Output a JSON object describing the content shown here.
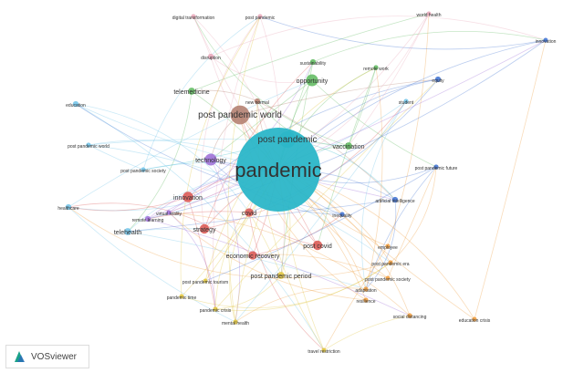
{
  "network": {
    "center": "pandemic",
    "clusters": {
      "cyan": "#2bb6c8",
      "red": "#d9534f",
      "green": "#5cb85c",
      "blue": "#3b6fd1",
      "purple": "#9b6bd6",
      "yellow": "#e0c43a",
      "orange": "#ee9a3a",
      "pink": "#e8a7b8",
      "brown": "#b07a6a",
      "lightblue": "#6ec2e8"
    },
    "nodes": [
      {
        "label": "pandemic",
        "cluster": "cyan",
        "weight": 1.0,
        "hasLabel": true
      },
      {
        "label": "post pandemic",
        "cluster": "cyan",
        "weight": 0.35,
        "hasLabel": true
      },
      {
        "label": "post pandemic world",
        "cluster": "brown",
        "weight": 0.4,
        "hasLabel": true
      },
      {
        "label": "opportunity",
        "cluster": "green",
        "weight": 0.25,
        "hasLabel": true
      },
      {
        "label": "technology",
        "cluster": "purple",
        "weight": 0.25,
        "hasLabel": true
      },
      {
        "label": "disruption",
        "cluster": "pink",
        "weight": 0.12,
        "hasLabel": true
      },
      {
        "label": "sustainability",
        "cluster": "green",
        "weight": 0.12,
        "hasLabel": true
      },
      {
        "label": "telemedicine",
        "cluster": "green",
        "weight": 0.15,
        "hasLabel": true
      },
      {
        "label": "new normal",
        "cluster": "brown",
        "weight": 0.12,
        "hasLabel": true
      },
      {
        "label": "education",
        "cluster": "lightblue",
        "weight": 0.12,
        "hasLabel": true
      },
      {
        "label": "post pandemic world",
        "cluster": "lightblue",
        "weight": 0.1,
        "hasLabel": true
      },
      {
        "label": "post pandemic society",
        "cluster": "lightblue",
        "weight": 0.1,
        "hasLabel": true
      },
      {
        "label": "healthcare",
        "cluster": "lightblue",
        "weight": 0.12,
        "hasLabel": true
      },
      {
        "label": "telehealth",
        "cluster": "lightblue",
        "weight": 0.15,
        "hasLabel": true
      },
      {
        "label": "innovation",
        "cluster": "red",
        "weight": 0.22,
        "hasLabel": true
      },
      {
        "label": "strategy",
        "cluster": "red",
        "weight": 0.2,
        "hasLabel": true
      },
      {
        "label": "covid",
        "cluster": "red",
        "weight": 0.18,
        "hasLabel": true
      },
      {
        "label": "post covid",
        "cluster": "red",
        "weight": 0.2,
        "hasLabel": true
      },
      {
        "label": "economic recovery",
        "cluster": "red",
        "weight": 0.18,
        "hasLabel": true
      },
      {
        "label": "post pandemic period",
        "cluster": "yellow",
        "weight": 0.15,
        "hasLabel": true
      },
      {
        "label": "pandemic crisis",
        "cluster": "yellow",
        "weight": 0.1,
        "hasLabel": true
      },
      {
        "label": "post pandemic era",
        "cluster": "orange",
        "weight": 0.1,
        "hasLabel": true
      },
      {
        "label": "adaptation",
        "cluster": "orange",
        "weight": 0.1,
        "hasLabel": true
      },
      {
        "label": "resilience",
        "cluster": "orange",
        "weight": 0.1,
        "hasLabel": true
      },
      {
        "label": "social distancing",
        "cluster": "orange",
        "weight": 0.1,
        "hasLabel": true
      },
      {
        "label": "artificial intelligence",
        "cluster": "blue",
        "weight": 0.12,
        "hasLabel": true
      },
      {
        "label": "equity",
        "cluster": "blue",
        "weight": 0.12,
        "hasLabel": true
      },
      {
        "label": "vaccination",
        "cluster": "green",
        "weight": 0.15,
        "hasLabel": true
      },
      {
        "label": "digital transformation",
        "cluster": "pink",
        "weight": 0.1,
        "hasLabel": true
      },
      {
        "label": "post pandemic",
        "cluster": "pink",
        "weight": 0.1,
        "hasLabel": true
      },
      {
        "label": "mental health",
        "cluster": "yellow",
        "weight": 0.1,
        "hasLabel": true
      },
      {
        "label": "inequality",
        "cluster": "blue",
        "weight": 0.1,
        "hasLabel": true
      },
      {
        "label": "remote work",
        "cluster": "green",
        "weight": 0.1,
        "hasLabel": true
      },
      {
        "label": "remote learning",
        "cluster": "purple",
        "weight": 0.12,
        "hasLabel": true
      },
      {
        "label": "student",
        "cluster": "lightblue",
        "weight": 0.1,
        "hasLabel": true
      },
      {
        "label": "post pandemic future",
        "cluster": "blue",
        "weight": 0.1,
        "hasLabel": true
      },
      {
        "label": "employee",
        "cluster": "orange",
        "weight": 0.1,
        "hasLabel": true
      },
      {
        "label": "virtual reality",
        "cluster": "purple",
        "weight": 0.1,
        "hasLabel": true
      },
      {
        "label": "post pandemic society",
        "cluster": "orange",
        "weight": 0.08,
        "hasLabel": true
      },
      {
        "label": "post pandemic tourism",
        "cluster": "yellow",
        "weight": 0.08,
        "hasLabel": true
      },
      {
        "label": "pandemic time",
        "cluster": "yellow",
        "weight": 0.08,
        "hasLabel": true
      },
      {
        "label": "travel restriction",
        "cluster": "yellow",
        "weight": 0.08,
        "hasLabel": true
      },
      {
        "label": "education crisis",
        "cluster": "orange",
        "weight": 0.08,
        "hasLabel": true
      },
      {
        "label": "innovation",
        "cluster": "blue",
        "weight": 0.08,
        "hasLabel": true
      },
      {
        "label": "world health",
        "cluster": "pink",
        "weight": 0.08,
        "hasLabel": true
      }
    ]
  },
  "watermark": {
    "brand": "VOSviewer",
    "icon": "vosviewer-logo-icon"
  }
}
